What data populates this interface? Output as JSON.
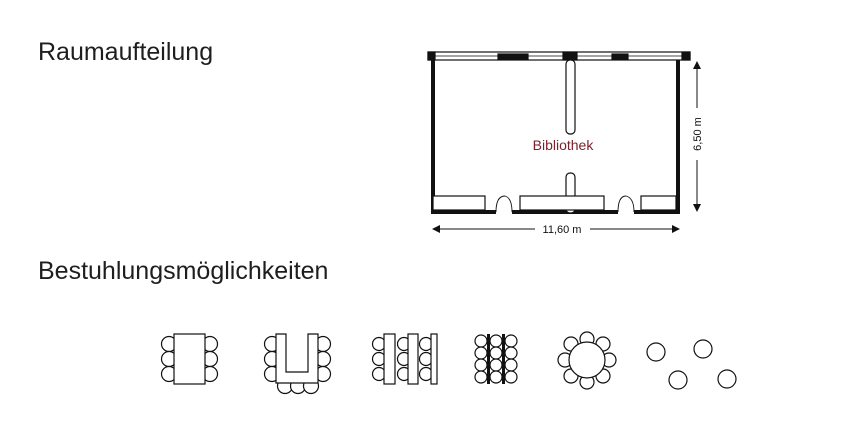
{
  "headings": {
    "room_layout": "Raumaufteilung",
    "seating_options": "Bestuhlungsmöglichkeiten"
  },
  "floor_plan": {
    "room_name": "Bibliothek",
    "width_label": "11,60 m",
    "depth_label": "6,50 m"
  },
  "seating_icons": [
    {
      "kind": "block"
    },
    {
      "kind": "u-shape"
    },
    {
      "kind": "parliament"
    },
    {
      "kind": "theatre"
    },
    {
      "kind": "round-table"
    },
    {
      "kind": "reception"
    }
  ],
  "colors": {
    "accent": "#7a1f2b",
    "line": "#111111"
  }
}
